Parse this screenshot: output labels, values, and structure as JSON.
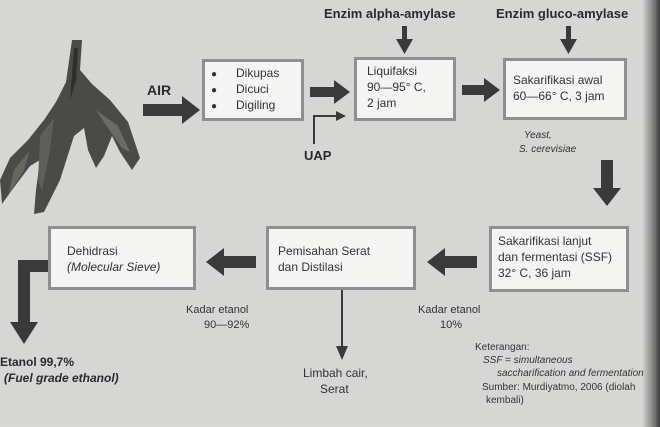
{
  "inputs": {
    "enzim_alpha": "Enzim alpha-amylase",
    "enzim_gluco": "Enzim gluco-amylase",
    "air": "AIR",
    "uap": "UAP",
    "yeast_line1": "Yeast,",
    "yeast_line2": "S. cerevisiae"
  },
  "boxes": {
    "prep": {
      "items": [
        "Dikupas",
        "Dicuci",
        "Digiling"
      ]
    },
    "liquifaksi": {
      "line1": "Liquifaksi",
      "line2": "90—95° C,",
      "line3": "2 jam"
    },
    "sakarifikasi_awal": {
      "line1": "Sakarifikasi awal",
      "line2": "60—66° C, 3 jam"
    },
    "ssf": {
      "line1": "Sakarifikasi lanjut",
      "line2": "dan fermentasi (SSF)",
      "line3": "32° C, 36 jam"
    },
    "pemisahan": {
      "line1": "Pemisahan Serat",
      "line2": "dan Distilasi"
    },
    "dehidrasi": {
      "line1": "Dehidrasi",
      "line2": "(Molecular Sieve)"
    }
  },
  "labels": {
    "kadar_left_1": "Kadar etanol",
    "kadar_left_2": "90—92%",
    "kadar_right_1": "Kadar etanol",
    "kadar_right_2": "10%",
    "limbah_1": "Limbah cair,",
    "limbah_2": "Serat",
    "etanol_1": "Etanol 99,7%",
    "etanol_2": "(Fuel grade ethanol)"
  },
  "keterangan": {
    "title": "Keterangan:",
    "line1": "SSF = simultaneous",
    "line2": "saccharification and fermentation",
    "source_1": "Sumber: Murdiyatmo, 2006 (diolah",
    "source_2": "kembali)"
  }
}
